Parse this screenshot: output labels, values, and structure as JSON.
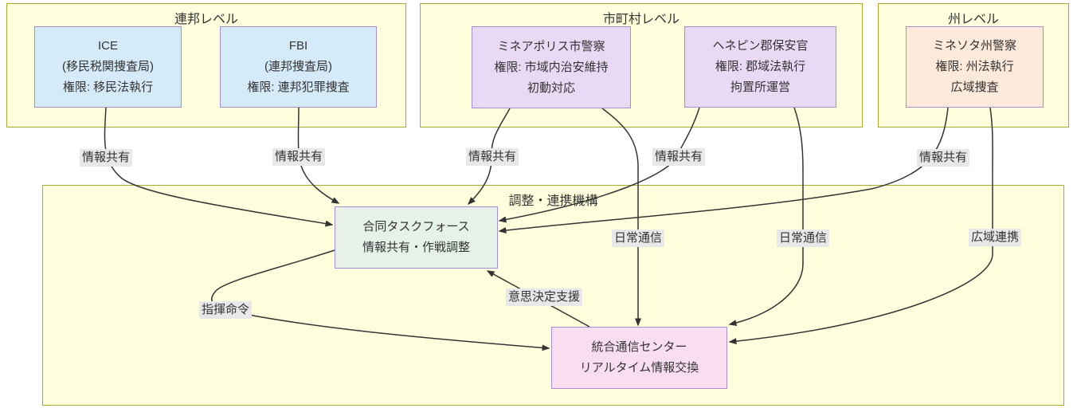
{
  "groups": {
    "federal": {
      "title": "連邦レベル"
    },
    "municipal": {
      "title": "市町村レベル"
    },
    "state": {
      "title": "州レベル"
    },
    "coordination": {
      "title": "調整・連携機構"
    }
  },
  "nodes": {
    "ice": {
      "line1": "ICE",
      "line2": "(移民税関捜査局)",
      "line3": "権限: 移民法執行"
    },
    "fbi": {
      "line1": "FBI",
      "line2": "(連邦捜査局)",
      "line3": "権限: 連邦犯罪捜査"
    },
    "minneapolis_police": {
      "line1": "ミネアポリス市警察",
      "line2": "権限: 市域内治安維持",
      "line3": "初動対応"
    },
    "hennepin_sheriff": {
      "line1": "ヘネピン郡保安官",
      "line2": "権限: 郡域法執行",
      "line3": "拘置所運営"
    },
    "minnesota_state_police": {
      "line1": "ミネソタ州警察",
      "line2": "権限: 州法執行",
      "line3": "広域捜査"
    },
    "joint_task_force": {
      "line1": "合同タスクフォース",
      "line2": "情報共有・作戦調整"
    },
    "comm_center": {
      "line1": "統合通信センター",
      "line2": "リアルタイム情報交換"
    }
  },
  "edges": [
    {
      "from": "ice",
      "to": "joint_task_force",
      "label": "情報共有"
    },
    {
      "from": "fbi",
      "to": "joint_task_force",
      "label": "情報共有"
    },
    {
      "from": "minneapolis_police",
      "to": "joint_task_force",
      "label": "情報共有"
    },
    {
      "from": "hennepin_sheriff",
      "to": "joint_task_force",
      "label": "情報共有"
    },
    {
      "from": "minnesota_state_police",
      "to": "joint_task_force",
      "label": "情報共有"
    },
    {
      "from": "minneapolis_police",
      "to": "comm_center",
      "label": "日常通信"
    },
    {
      "from": "hennepin_sheriff",
      "to": "comm_center",
      "label": "日常通信"
    },
    {
      "from": "minnesota_state_police",
      "to": "comm_center",
      "label": "広域連携"
    },
    {
      "from": "joint_task_force",
      "to": "comm_center",
      "label": "指揮命令"
    },
    {
      "from": "comm_center",
      "to": "joint_task_force",
      "label": "意思決定支援"
    }
  ],
  "colors": {
    "group_fill": "#ffffde",
    "group_border": "#aaaa33",
    "federal_node_fill": "#d6ebfa",
    "municipal_node_fill": "#ead9f5",
    "state_node_fill": "#feeada",
    "task_force_fill": "#e6f2e8",
    "comm_center_fill": "#f9def1",
    "node_border": "#a88cd5",
    "edge_color": "#333333",
    "edge_label_bg": "#e8e8e8",
    "text": "#333333"
  }
}
